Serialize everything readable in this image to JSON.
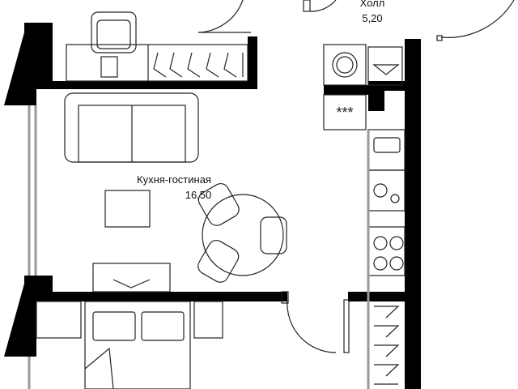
{
  "rooms": [
    {
      "name": "Холл",
      "area": "5,20"
    },
    {
      "name": "Кухня-гостиная",
      "area": "16,50"
    }
  ],
  "colors": {
    "wall": "#000000",
    "line": "#222222",
    "window": "#999999"
  }
}
